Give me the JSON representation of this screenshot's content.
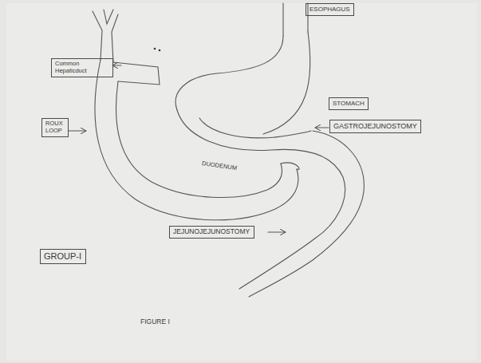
{
  "diagram": {
    "caption": "FIGURE I",
    "nodes": [
      {
        "text": [
          "Common Hepaticduct"
        ]
      },
      {
        "text": [
          "ESOPHAGUS"
        ]
      },
      {
        "text": [
          "STOMACH"
        ]
      },
      {
        "text": [
          "GASTROJEJUNOSTOMY"
        ]
      },
      {
        "text": [
          "ROUX LOOP"
        ]
      },
      {
        "text": [
          "JEJUNOJEJUNOSTOMY"
        ]
      },
      {
        "text": [
          "GROUP-I"
        ]
      }
    ],
    "labels": [
      "DUODENUM"
    ]
  }
}
